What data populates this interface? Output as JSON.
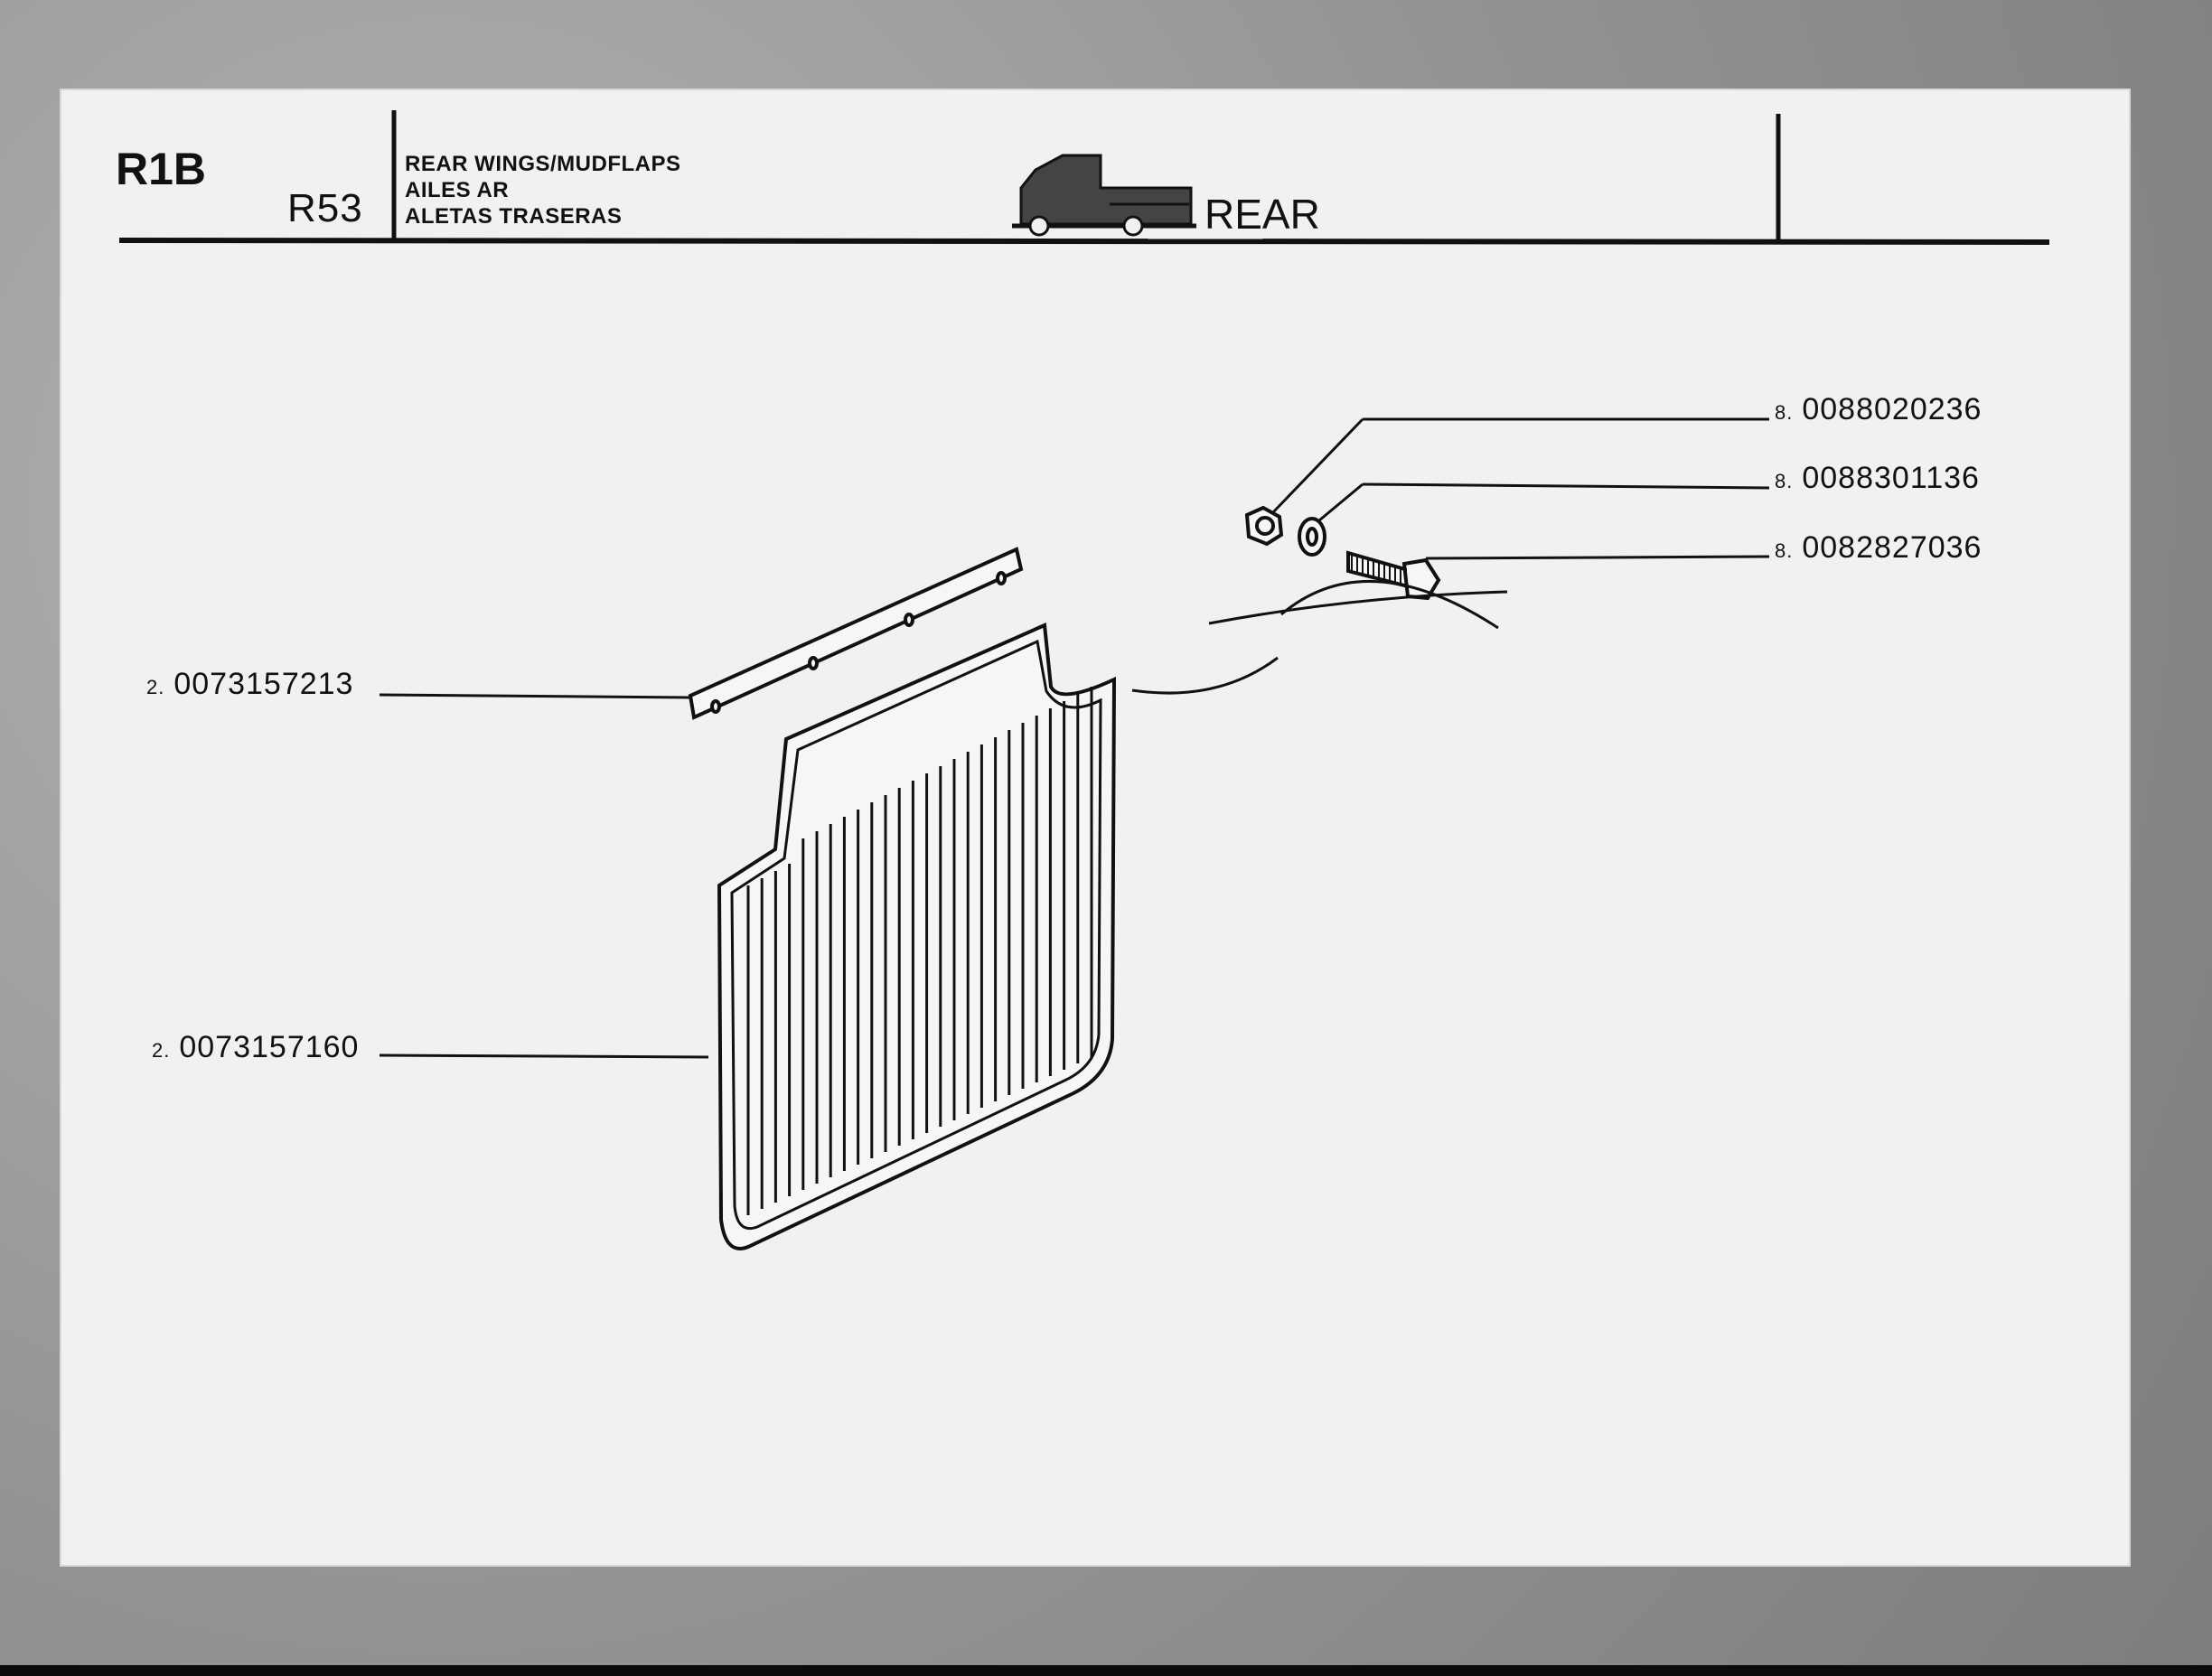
{
  "header": {
    "code_left": "R1B",
    "code_main": "R53",
    "title_lines": [
      "REAR WINGS/MUDFLAPS",
      "AILES AR",
      "ALETAS TRASERAS"
    ],
    "position_label": "REAR"
  },
  "parts": [
    {
      "qty": "8.",
      "number": "0088020236"
    },
    {
      "qty": "8.",
      "number": "0088301136"
    },
    {
      "qty": "8.",
      "number": "0082827036"
    },
    {
      "qty": "2.",
      "number": "0073157213"
    },
    {
      "qty": "2.",
      "number": "0073157160"
    }
  ],
  "icons": {
    "truck": "truck-icon",
    "nut": "nut-icon",
    "washer": "washer-icon",
    "bolt": "bolt-icon"
  },
  "colors": {
    "ink": "#111111",
    "paper": "#f1f1f1"
  }
}
